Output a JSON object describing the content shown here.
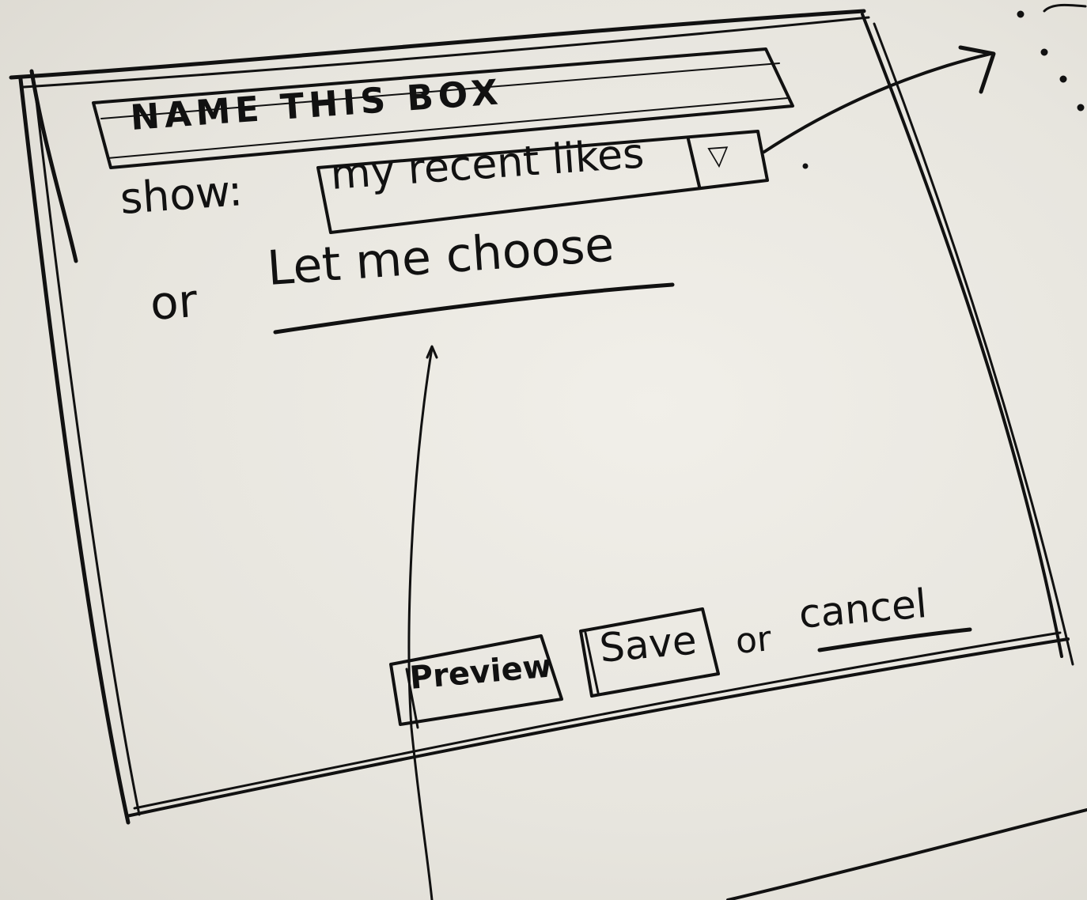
{
  "form": {
    "name_field_text": "NAME THIS BOX",
    "show_label": "show:",
    "dropdown_value": "my recent likes",
    "dropdown_arrow": "▽",
    "or_text": "or",
    "let_me_choose_link": "Let me choose"
  },
  "footer": {
    "preview_button": "Preview",
    "save_button": "Save",
    "or_text": "or",
    "cancel_link": "cancel"
  },
  "icons": {
    "dropdown": "triangle-down-icon",
    "pointer_arrow": "arrow-right-icon"
  },
  "colors": {
    "ink": "#111111",
    "paper": "#ecebe5"
  }
}
